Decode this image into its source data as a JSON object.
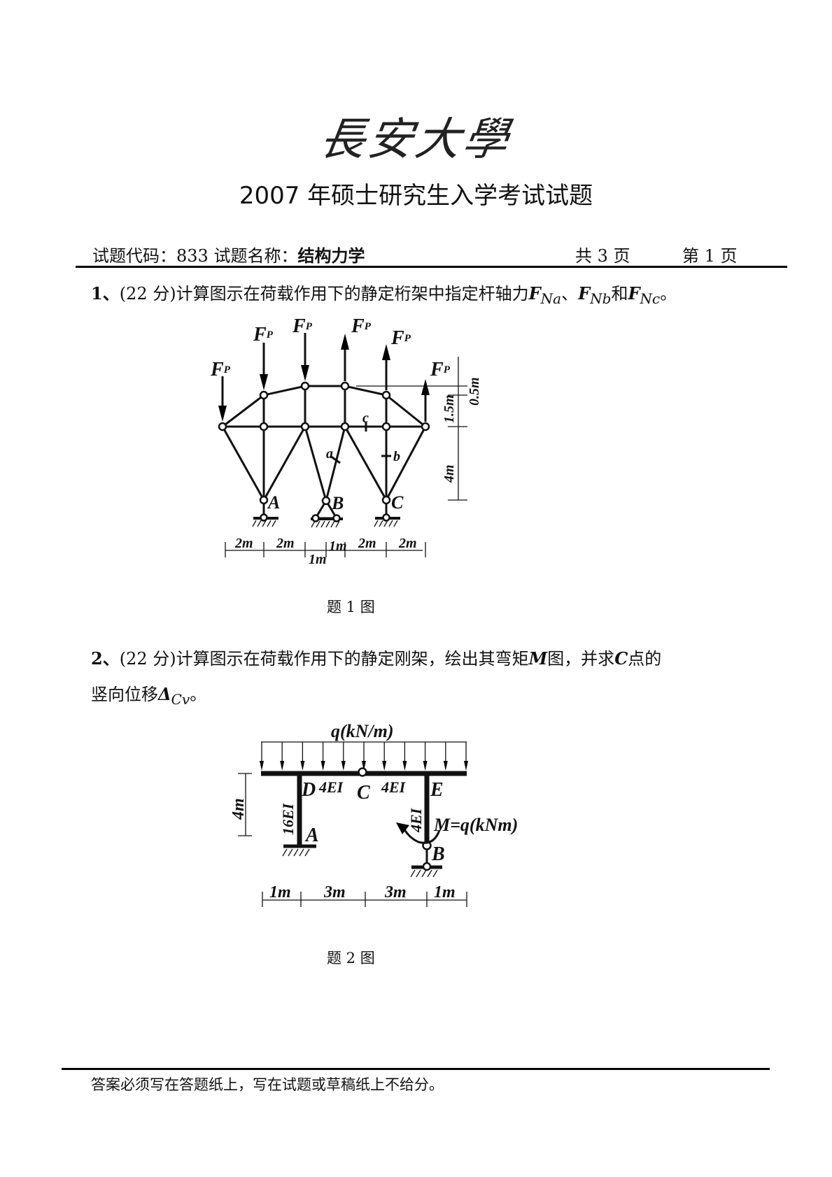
{
  "logo_text": "長安大學",
  "title": "2007 年硕士研究生入学考试试题",
  "header": {
    "code_label": "试题代码：",
    "code": "833",
    "name_label": "试题名称：",
    "name": "结构力学",
    "total_pages": "共 3 页",
    "current_page": "第 1 页"
  },
  "q1": {
    "number": "1、",
    "score": "(22 分)",
    "text": "计算图示在荷载作用下的静定桁架中指定杆轴力",
    "f": "F",
    "sub_a": "Na",
    "sep1": "、",
    "sub_b": "Nb",
    "and": "和",
    "sub_c": "Nc",
    "end": "。",
    "caption": "题 1 图",
    "figure": {
      "load_label": "F",
      "load_sub": "P",
      "supports": [
        "A",
        "B",
        "C"
      ],
      "members": [
        "a",
        "b",
        "c"
      ],
      "vert_dims": [
        "0.5m",
        "1.5m",
        "4m"
      ],
      "horiz_dims": [
        "2m",
        "2m",
        "1m",
        "1m",
        "2m",
        "2m"
      ]
    }
  },
  "q2": {
    "number": "2、",
    "score": "(22 分)",
    "text1": "计算图示在荷载作用下的静定刚架，绘出其弯矩",
    "m": "M",
    "text2": "图，并求",
    "c": "C",
    "text3": "点的",
    "text4": "竖向位移",
    "delta": "Δ",
    "delta_sub": "Cv",
    "end": "。",
    "caption": "题 2 图",
    "figure": {
      "q_label": "q(kN/m)",
      "moment_label": "M=q(kNm)",
      "nodes": {
        "D": "D",
        "C": "C",
        "E": "E",
        "A": "A",
        "B": "B"
      },
      "stiffness": {
        "DC": "4EI",
        "CE": "4EI",
        "AD": "16EI",
        "BE": "4EI"
      },
      "height_dim": "4m",
      "horiz_dims": [
        "1m",
        "3m",
        "3m",
        "1m"
      ]
    }
  },
  "footer": "答案必须写在答题纸上，写在试题或草稿纸上不给分。"
}
